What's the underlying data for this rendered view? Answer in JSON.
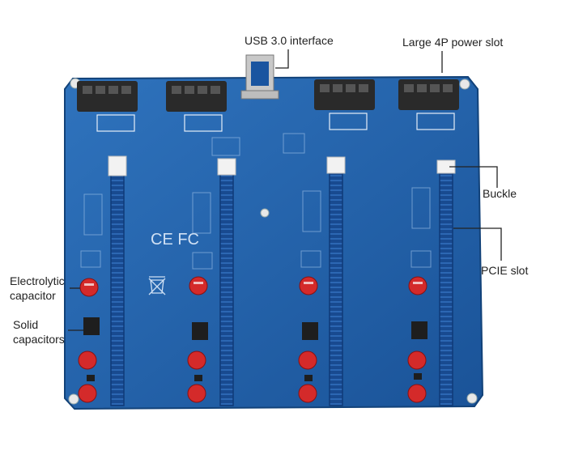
{
  "labels": {
    "usb": "USB 3.0 interface",
    "power": "Large 4P power slot",
    "buckle": "Buckle",
    "pcie": "PCIE slot",
    "electrolytic_line1": "Electrolytic",
    "electrolytic_line2": "capacitor",
    "solid_line1": "Solid",
    "solid_line2": "capacitors"
  },
  "board_marks": {
    "ce_fc": "CE FC"
  },
  "colors": {
    "pcb": "#1f5fa6",
    "pcb_light": "#2f72b8",
    "slot": "#1b4f99",
    "connector": "#2a2a2a",
    "capacitor": "#d42a2a",
    "leader": "#222222"
  }
}
